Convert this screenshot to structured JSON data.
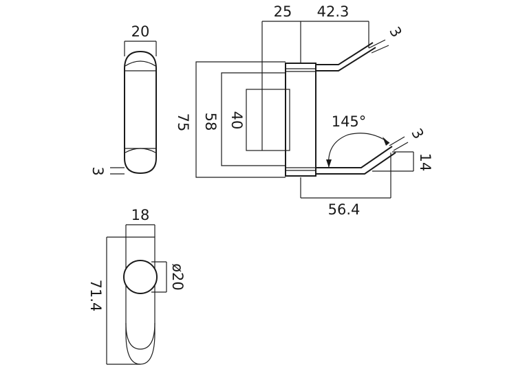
{
  "diagram": {
    "side_view": {
      "width_label": "20",
      "foot_label": "3"
    },
    "front_view": {
      "dims": {
        "d25": "25",
        "d42_3": "42.3",
        "d3_top": "3",
        "d75": "75",
        "d58": "58",
        "d40": "40",
        "d145": "145°",
        "d3_right": "3",
        "d14": "14",
        "d56_4": "56.4"
      }
    },
    "knob_view": {
      "width_label": "18",
      "dia_label": "ø20",
      "length_label": "71.4"
    }
  }
}
